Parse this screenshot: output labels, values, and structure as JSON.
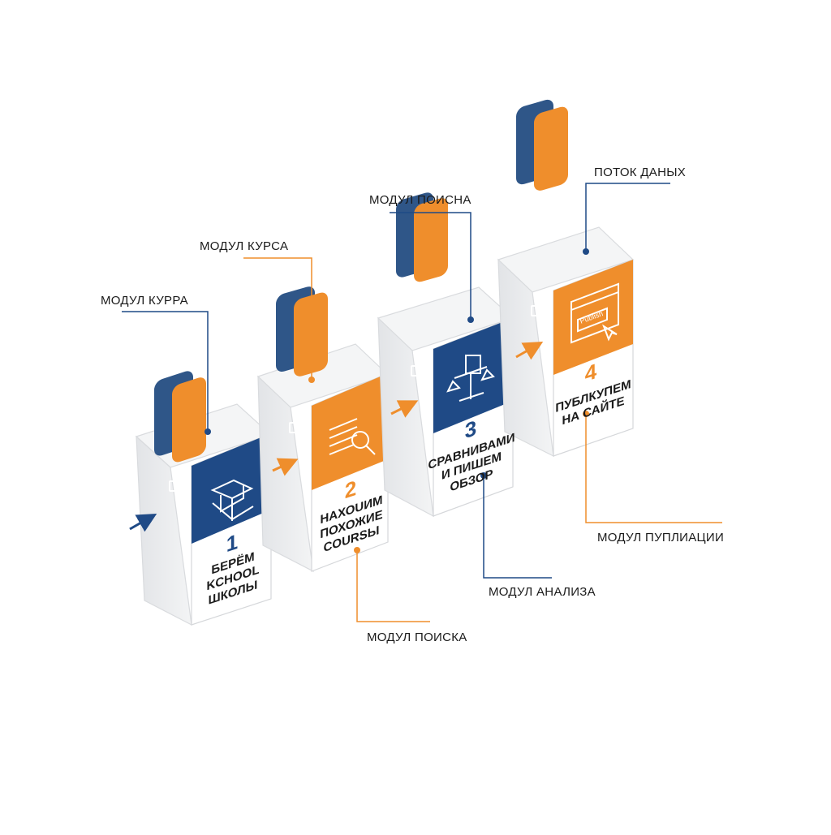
{
  "colors": {
    "navy": "#1f4a86",
    "orange": "#ef8e2c",
    "glass": "#eeeff1",
    "line_navy": "#1f4a86",
    "line_orange": "#ef8e2c"
  },
  "modules": [
    {
      "number": "1",
      "caption_lines": [
        "БЕРЁМ",
        "KCHOOL",
        "ШКОЛЫ"
      ],
      "front_color": "navy",
      "icon": "graduation-book-icon",
      "callout": "МОДУЛ КУРРА"
    },
    {
      "number": "2",
      "caption_lines": [
        "НАХОUИМ",
        "ПОХОЖИЕ",
        "COURSЫ"
      ],
      "front_color": "orange",
      "icon": "books-magnifier-icon",
      "callout": "МОДУЛ КУРСА",
      "callout_bottom": "МОДУЛ ПОИСКА"
    },
    {
      "number": "3",
      "caption_lines": [
        "CРАВНИВАМИ",
        "И ПИШЕМ",
        "ОБЗОР"
      ],
      "front_color": "navy",
      "icon": "scales-document-icon",
      "callout": "МОДУЛ ПОИСНА",
      "callout_bottom": "МОДУЛ АНАЛИЗА"
    },
    {
      "number": "4",
      "caption_lines": [
        "ПУБЛКУПЕМ",
        "НА САЙТЕ"
      ],
      "front_color": "orange",
      "icon": "publish-browser-icon",
      "icon_text": "Publish",
      "callout": "ПОТОК ДАНЫХ",
      "callout_bottom": "МОДУЛ ПУПЛИАЦИИ"
    }
  ]
}
